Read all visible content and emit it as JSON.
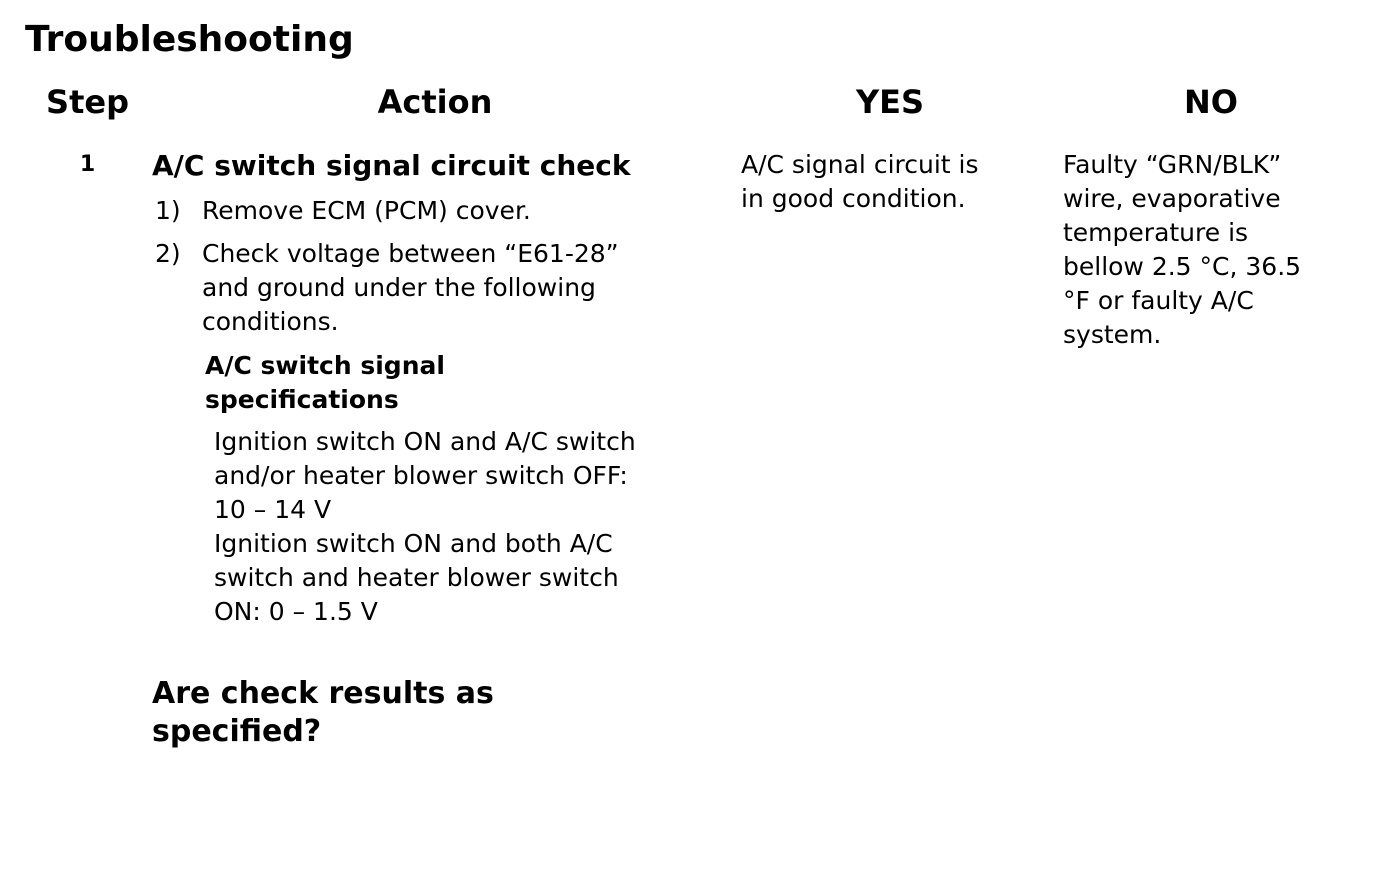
{
  "page": {
    "title": "Troubleshooting",
    "background_color": "#ffffff",
    "text_color": "#000000"
  },
  "table": {
    "headers": {
      "step": "Step",
      "action": "Action",
      "yes": "YES",
      "no": "NO"
    },
    "rows": [
      {
        "step": "1",
        "action": {
          "heading": "A/C switch signal circuit check",
          "steps": [
            {
              "num": "1)",
              "text": "Remove ECM (PCM) cover."
            },
            {
              "num": "2)",
              "text": "Check voltage between “E61-28” and ground under the following conditions."
            }
          ],
          "spec_heading": "A/C switch signal specifications",
          "specs": [
            "Ignition switch ON and A/C switch and/or heater blower switch OFF: 10 – 14 V",
            "Ignition switch ON and both A/C switch and heater blower switch ON: 0 – 1.5 V"
          ],
          "question": "Are check results as specified?"
        },
        "yes": "A/C signal circuit is in good condition.",
        "no": "Faulty “GRN/BLK” wire, evaporative temperature is bellow 2.5 °C, 36.5 °F or faulty A/C system."
      }
    ]
  }
}
